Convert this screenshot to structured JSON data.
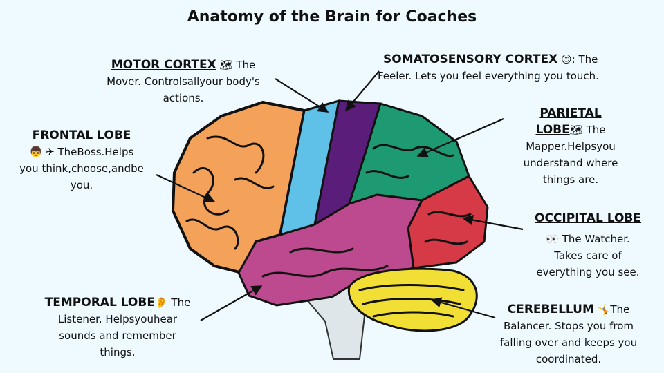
{
  "title": "Anatomy of the Brain for Coaches",
  "colors": {
    "frontal": "#f4a259",
    "motor": "#5fc1e8",
    "somato": "#5a1d7a",
    "parietal": "#1e9a72",
    "occipital": "#d63a46",
    "temporal": "#bd4a8e",
    "cerebellum": "#f2df36",
    "stem": "#dfe6ea"
  },
  "labels": {
    "motor": {
      "heading": "MOTOR CORTEX",
      "icon": "map-icon",
      "glyph": "🗺",
      "text1": "The",
      "text2": "Mover. Controlsallyour body's",
      "text3": "actions."
    },
    "somato": {
      "heading": "SOMATOSENSORY CORTEX",
      "icon": "smile-icon",
      "glyph": "😊",
      "text1": ": The",
      "text2": "Feeler. Lets you feel everything you touch."
    },
    "frontal": {
      "heading": "FRONTAL LOBE",
      "icon1": "boy-icon",
      "glyph1": "👦",
      "icon2": "airplane-icon",
      "glyph2": "✈",
      "text1": "TheBoss.Helps",
      "text2": "you think,choose,andbe",
      "text3": "you."
    },
    "parietal": {
      "heading1": "PARIETAL",
      "heading2": "LOBE",
      "icon": "map-icon",
      "glyph": "🗺",
      "text1": "The",
      "text2": "Mapper.Helpsyou",
      "text3": "understand where",
      "text4": "things are."
    },
    "occipital": {
      "heading": "OCCIPITAL LOBE",
      "icon": "eyes-icon",
      "glyph": "👀",
      "text1": "The Watcher.",
      "text2": "Takes care of",
      "text3": "everything you see."
    },
    "temporal": {
      "heading": "TEMPORAL LOBE",
      "icon": "ear-icon",
      "glyph": "👂",
      "text1": "The",
      "text2": "Listener. Helpsyouhear",
      "text3": "sounds and remember",
      "text4": "things."
    },
    "cerebellum": {
      "heading": "CEREBELLUM",
      "icon": "balance-icon",
      "glyph": "🤸",
      "text1": "The",
      "text2": "Balancer. Stops you from",
      "text3": "falling over and keeps you",
      "text4": "coordinated."
    }
  }
}
